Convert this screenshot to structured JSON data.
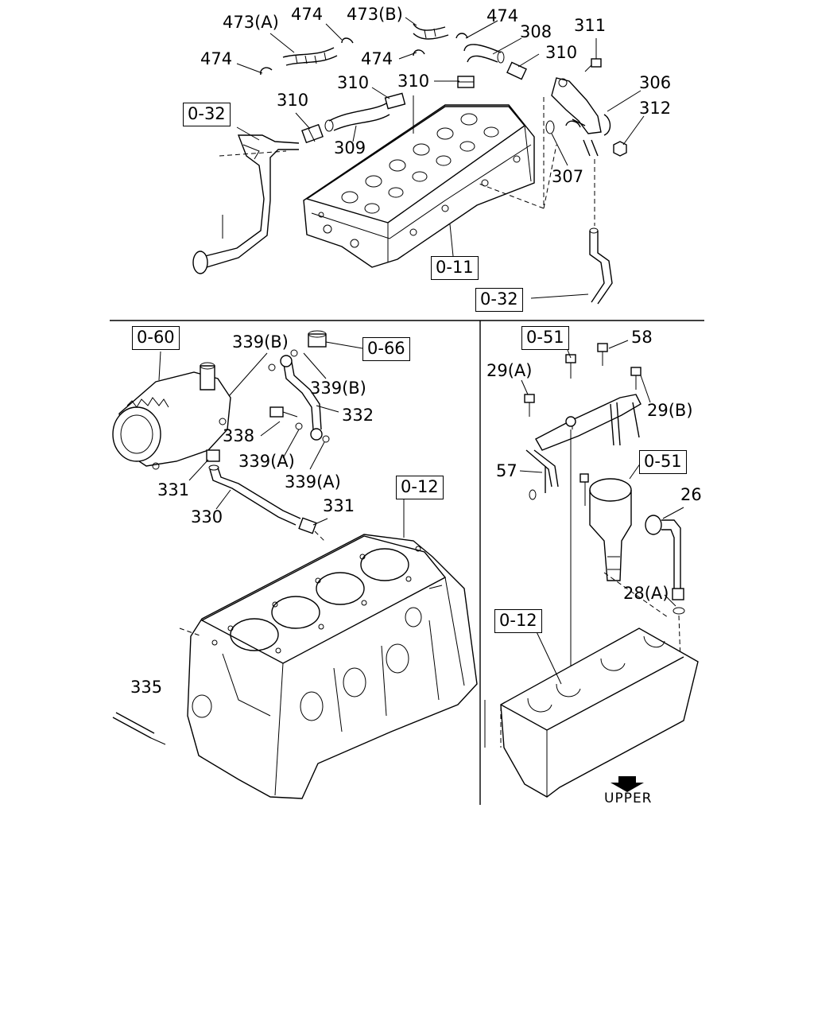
{
  "top_section": {
    "callouts": [
      "473(A)",
      "474",
      "473(B)",
      "474",
      "308",
      "311",
      "474",
      "474",
      "310",
      "310",
      "310",
      "306",
      "310",
      "312",
      "309",
      "307"
    ],
    "refs": [
      "0-32",
      "0-11",
      "0-32"
    ]
  },
  "lower_left": {
    "callouts": [
      "339(B)",
      "339(B)",
      "332",
      "338",
      "339(A)",
      "339(A)",
      "331",
      "330",
      "331",
      "335"
    ],
    "refs": [
      "0-60",
      "0-66",
      "0-12"
    ]
  },
  "lower_right": {
    "callouts": [
      "58",
      "29(A)",
      "29(B)",
      "57",
      "26",
      "28(A)"
    ],
    "refs": [
      "0-51",
      "0-51",
      "0-12"
    ],
    "direction_label": "UPPER"
  }
}
